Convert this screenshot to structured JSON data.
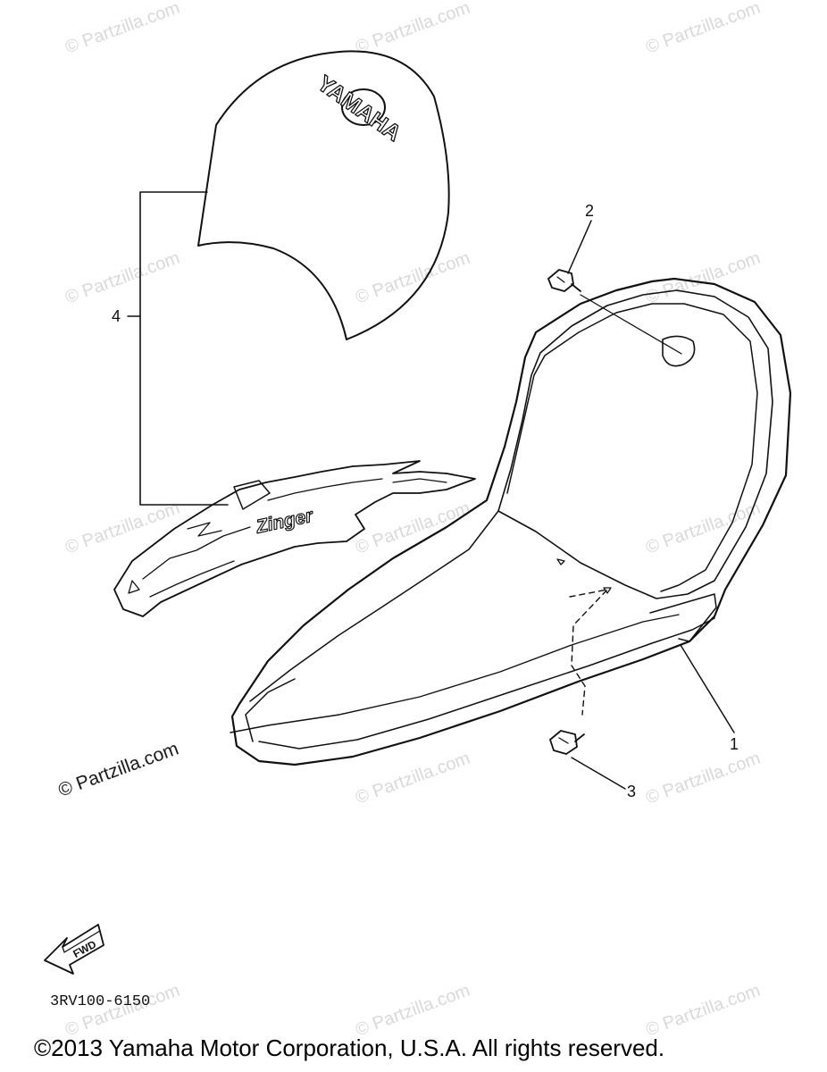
{
  "watermark_text": "© Partzilla.com",
  "callouts": {
    "c1": "1",
    "c2": "2",
    "c3": "3",
    "c4": "4"
  },
  "logo_text": "YAMAHA",
  "graphic_text": "Zinger",
  "fwd_label": "FWD",
  "part_code": "3RV100-6150",
  "copyright": "©2013  Yamaha Motor Corporation, U.S.A. All rights reserved."
}
